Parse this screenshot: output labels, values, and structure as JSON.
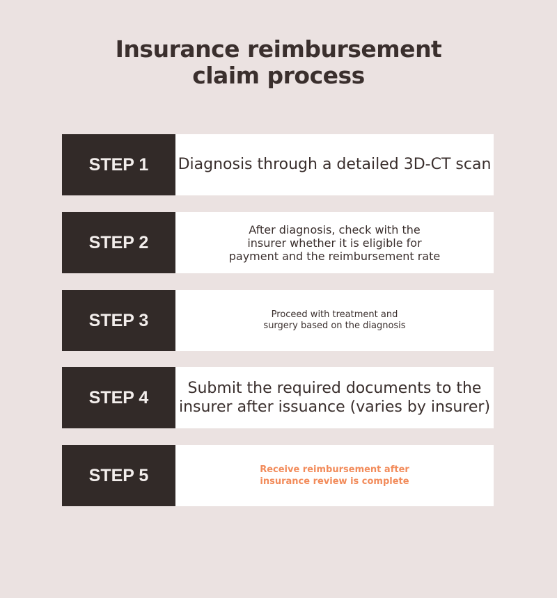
{
  "title": {
    "line1": "Insurance reimbursement",
    "line2": "claim process"
  },
  "steps": [
    {
      "label": "STEP 1",
      "lines": [
        "Diagnosis through a detailed 3D-CT scan"
      ]
    },
    {
      "label": "STEP 2",
      "lines": [
        "After diagnosis, check with the",
        "insurer whether it is eligible for",
        "payment and the reimbursement rate"
      ]
    },
    {
      "label": "STEP 3",
      "lines": [
        "Proceed with treatment and",
        "surgery based on the diagnosis"
      ]
    },
    {
      "label": "STEP 4",
      "lines": [
        "Submit the required documents to the",
        "insurer after issuance (varies by insurer)"
      ]
    },
    {
      "label": "STEP 5",
      "lines": [
        "Receive reimbursement after",
        "insurance review is complete"
      ]
    }
  ],
  "colors": {
    "background": "#ebe2e1",
    "step_label_bg": "#322a28",
    "step_label_text": "#f3eeec",
    "text_dark": "#3a2f2d",
    "accent_orange": "#f28b5a"
  }
}
